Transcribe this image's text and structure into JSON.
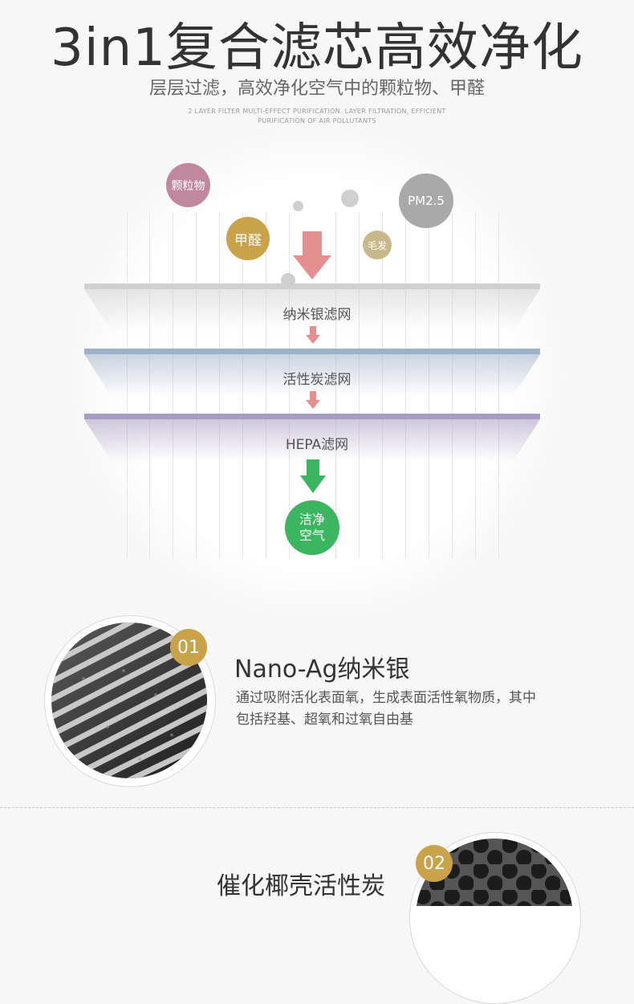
{
  "header": {
    "title": "3in1复合滤芯高效净化",
    "subtitle": "层层过滤，高效净化空气中的颗粒物、甲醛",
    "english_line1": "2 LAYER FILTER MULTI-EFFECT PURIFICATION. LAYER FILTRATION, EFFICIENT",
    "english_line2": "PURIFICATION OF AIR POLLUTANTS"
  },
  "pollutants": [
    {
      "label": "颗粒物",
      "color": "#c1879f"
    },
    {
      "label": "PM2.5",
      "color": "#a9a9a9"
    },
    {
      "label": "甲醛",
      "color": "#c9a24a"
    },
    {
      "label": "毛发",
      "color": "#c9b98a"
    }
  ],
  "layers": [
    {
      "label": "纳米银滤网",
      "color": "#d0d0d0"
    },
    {
      "label": "活性炭滤网",
      "color": "#9fb1c8"
    },
    {
      "label": "HEPA滤网",
      "color": "#a99cc2"
    }
  ],
  "arrows": {
    "down_color": "#e59090",
    "green_color": "#3bb560"
  },
  "result": {
    "line1": "洁净",
    "line2": "空气"
  },
  "features": [
    {
      "number": "01",
      "title": "Nano-Ag纳米银",
      "desc_line1": "通过吸附活化表面氧，生成表面活性氧物质，其中",
      "desc_line2": "包括羟基、超氧和过氧自由基"
    },
    {
      "number": "02",
      "title": "催化椰壳活性炭"
    }
  ]
}
